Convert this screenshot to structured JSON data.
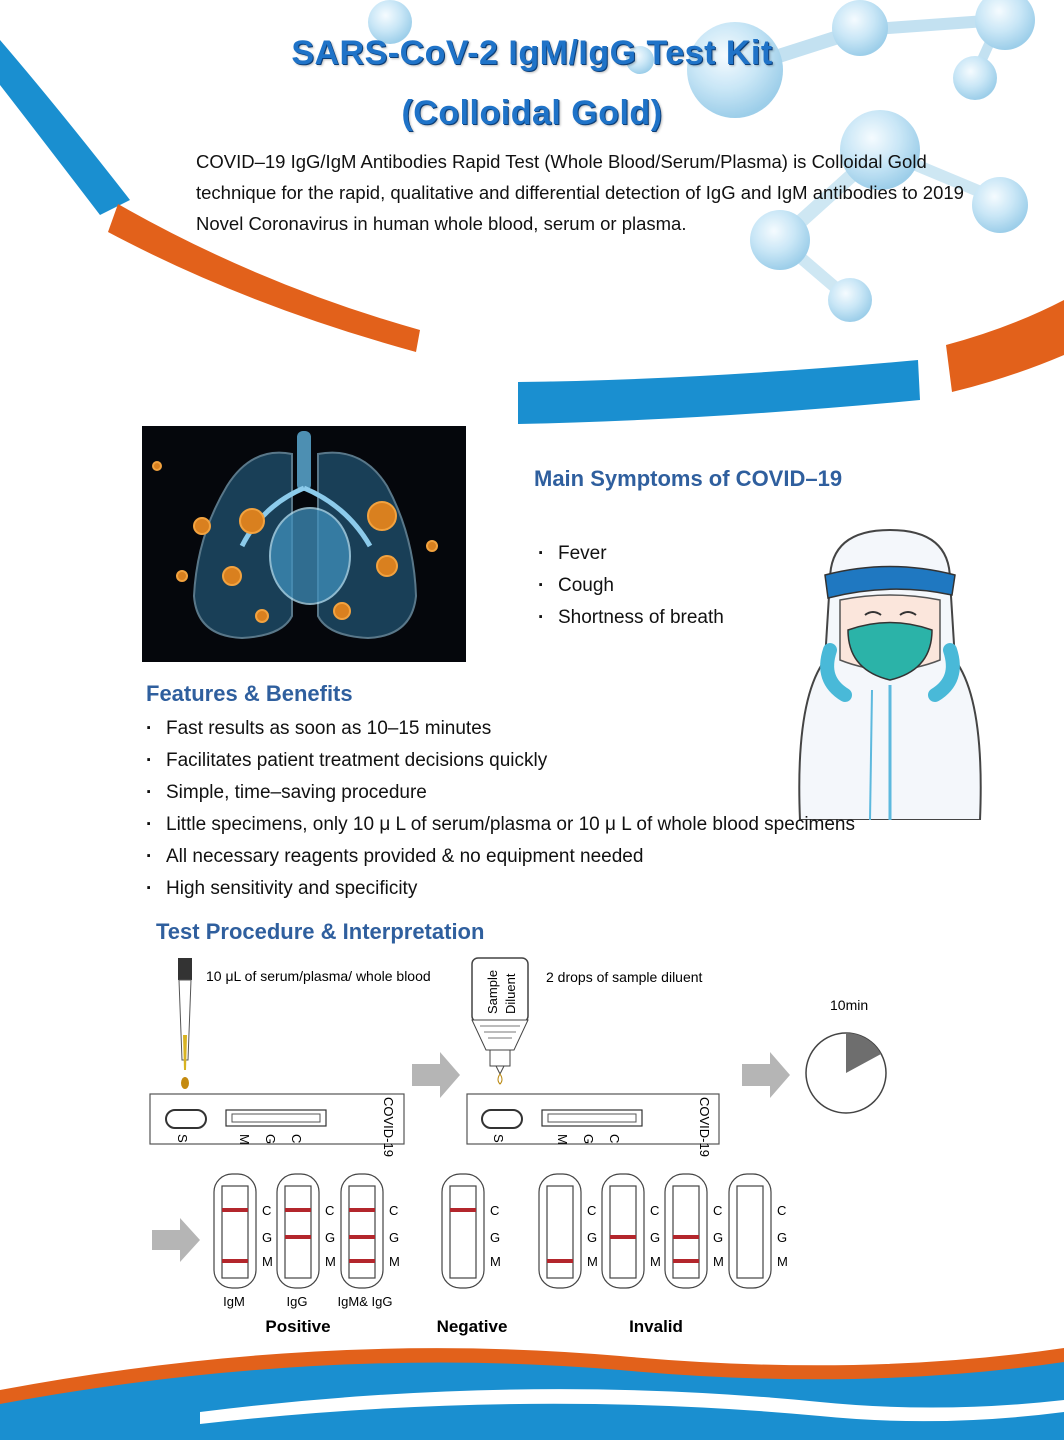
{
  "header": {
    "title_line1": "SARS-CoV-2 IgM/IgG Test Kit",
    "title_line2": "(Colloidal Gold)",
    "intro": "COVID–19 IgG/IgM Antibodies Rapid Test (Whole Blood/Serum/Plasma) is Colloidal Gold technique for the rapid, qualitative and differential detection of IgG and IgM antibodies to 2019 Novel Coronavirus in human whole blood, serum or plasma."
  },
  "symptoms": {
    "heading": "Main Symptoms of COVID–19",
    "items": [
      "Fever",
      "Cough",
      "Shortness of breath"
    ]
  },
  "features": {
    "heading": "Features & Benefits",
    "items": [
      "Fast results as soon as 10–15 minutes",
      "Facilitates patient treatment decisions quickly",
      "Simple, time–saving procedure",
      "Little specimens, only 10 μ L of serum/plasma or 10 μ L of whole blood specimens",
      "All necessary reagents provided & no equipment needed",
      "High sensitivity and specificity"
    ]
  },
  "procedure": {
    "heading": "Test Procedure & Interpretation",
    "step1": "10 μL of serum/plasma/ whole blood",
    "bottle_label_1": "Sample",
    "bottle_label_2": "Diluent",
    "step2": "2 drops of sample diluent",
    "timer": "10min",
    "cassette_brand": "COVID-19",
    "cassette_s": "S",
    "cassette_m": "M",
    "cassette_g": "G",
    "cassette_c": "C"
  },
  "interpretation": {
    "line_letters": [
      "C",
      "G",
      "M"
    ],
    "strips": [
      {
        "label": "IgM",
        "lines": [
          "C",
          "M"
        ]
      },
      {
        "label": "IgG",
        "lines": [
          "C",
          "G"
        ]
      },
      {
        "label": "IgM& IgG",
        "lines": [
          "C",
          "G",
          "M"
        ]
      },
      {
        "label": "",
        "lines": [
          "C"
        ]
      },
      {
        "label": "",
        "lines": [
          "M"
        ]
      },
      {
        "label": "",
        "lines": [
          "G"
        ]
      },
      {
        "label": "",
        "lines": [
          "G",
          "M"
        ]
      },
      {
        "label": "",
        "lines": []
      }
    ],
    "categories": [
      "Positive",
      "Negative",
      "Invalid"
    ]
  },
  "colors": {
    "title_blue": "#1f73c8",
    "heading_blue": "#2f5f9e",
    "ribbon_blue": "#1a8fd0",
    "ribbon_orange": "#e2611b",
    "test_line_red": "#b3262c"
  }
}
